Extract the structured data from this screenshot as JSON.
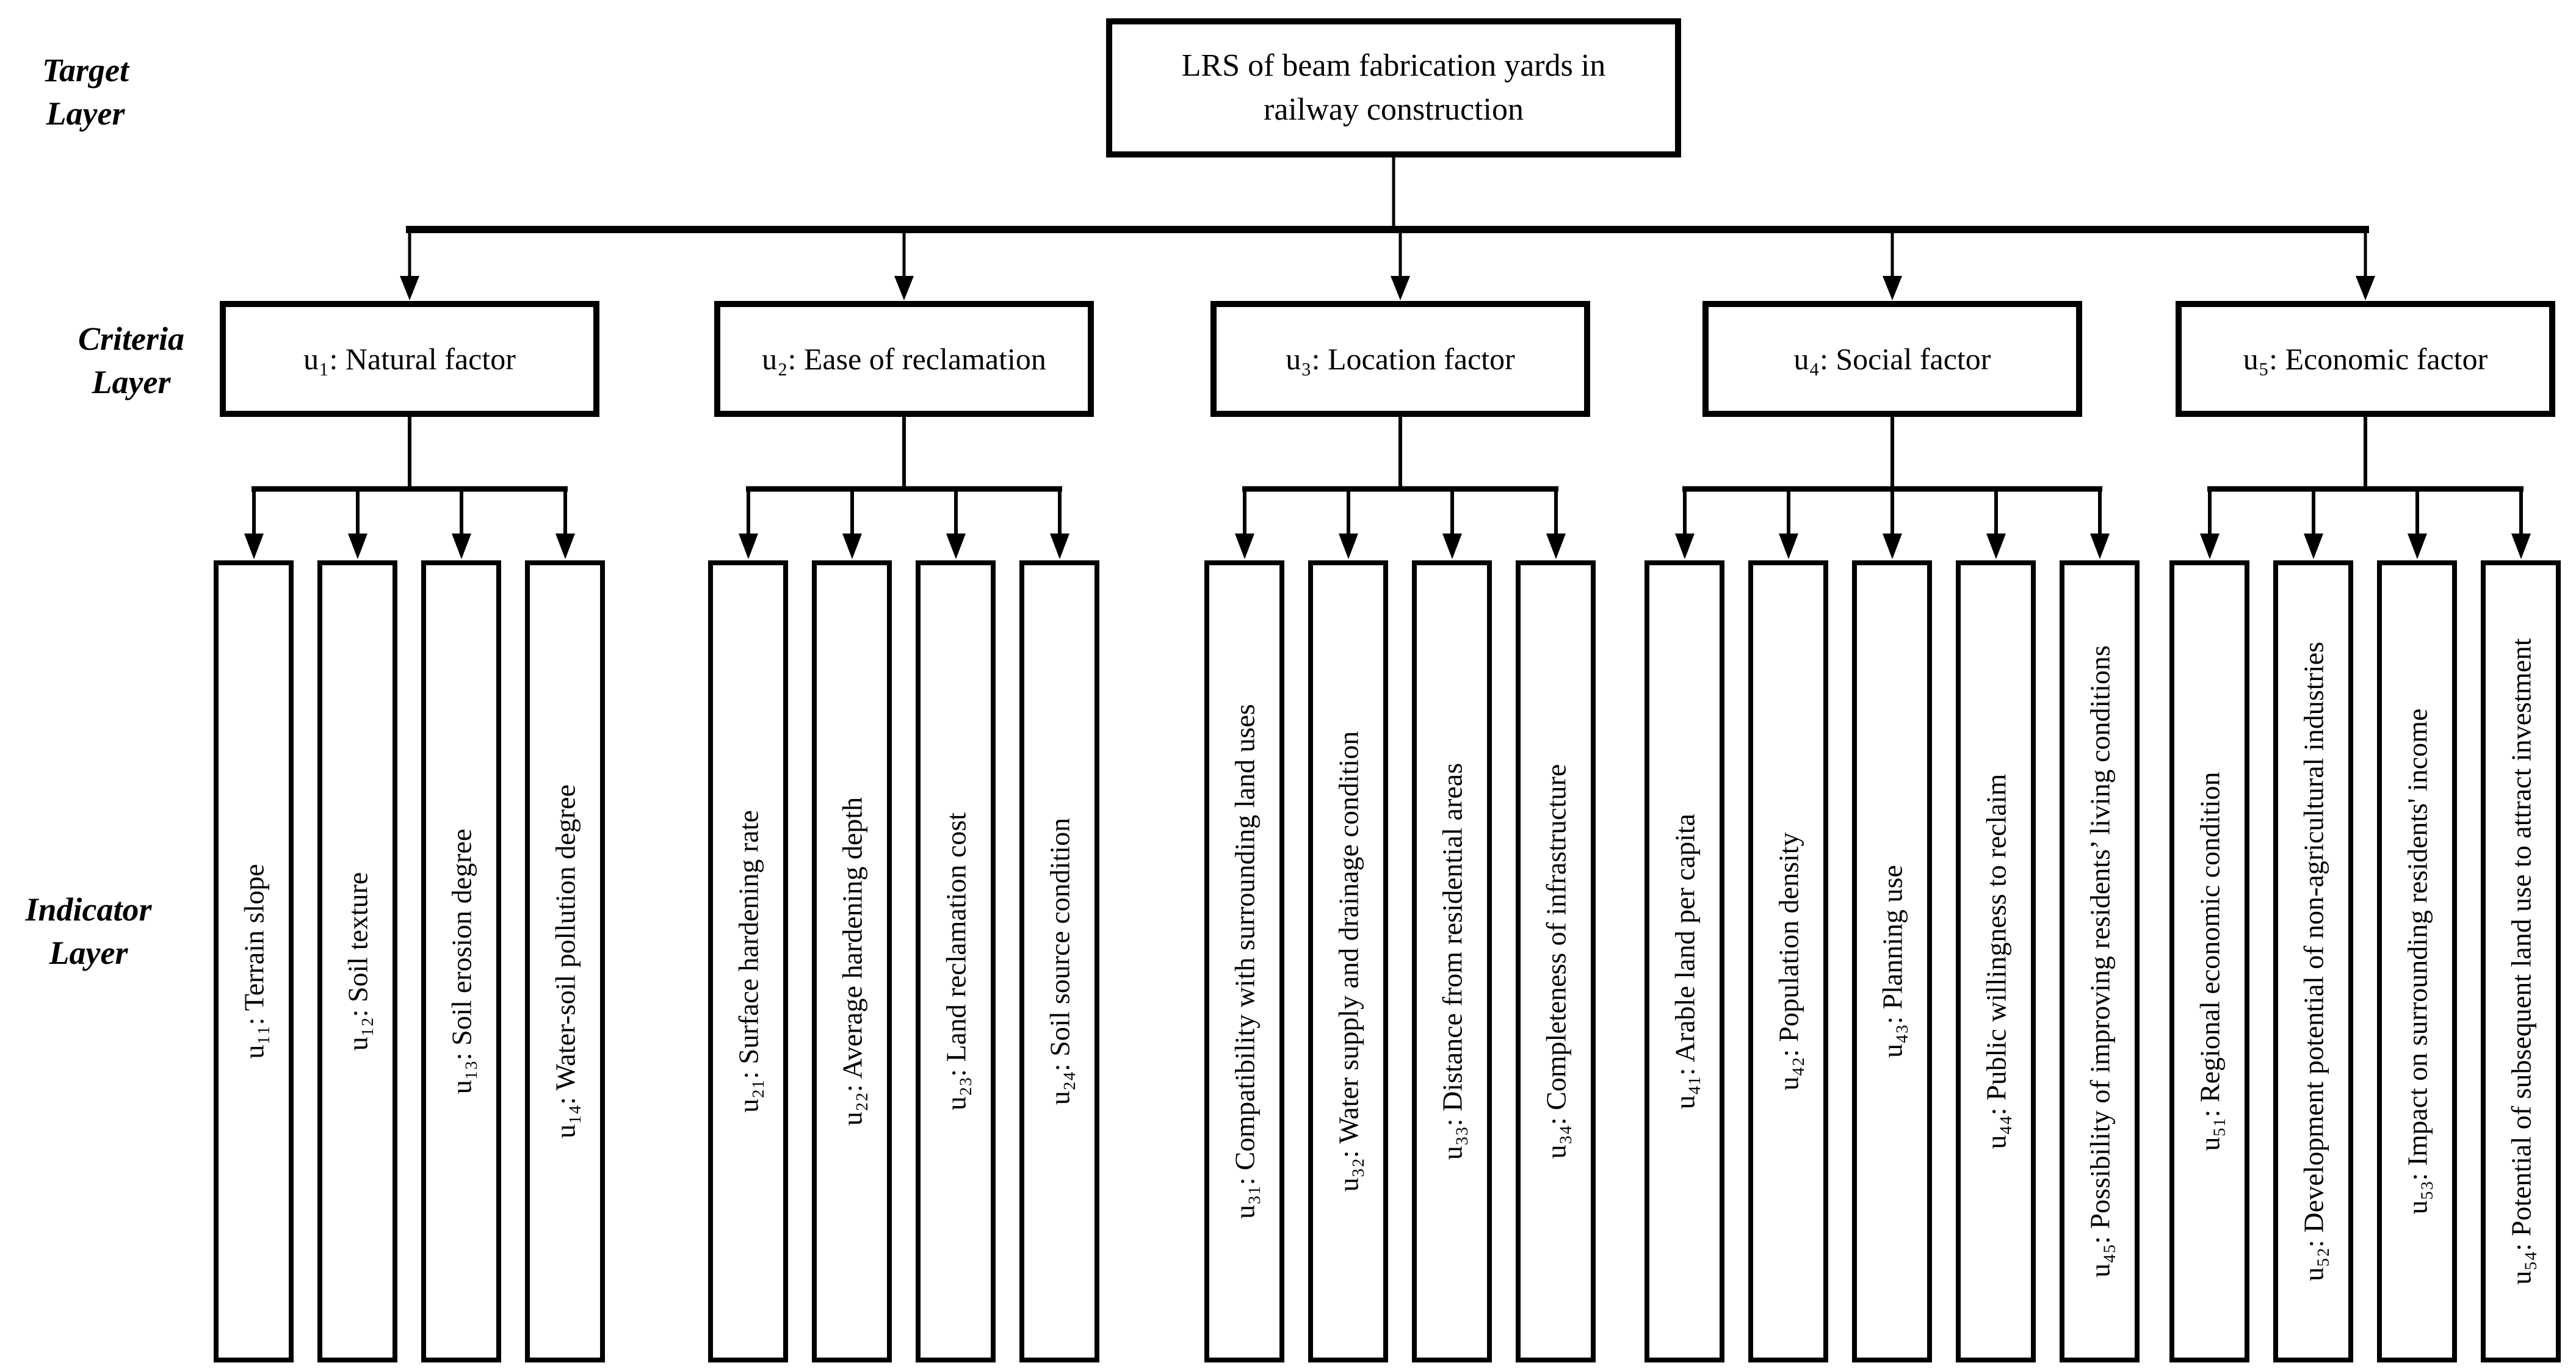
{
  "figure": {
    "layer_labels": {
      "target": {
        "line1": "Target",
        "line2": "Layer"
      },
      "criteria": {
        "line1": "Criteria",
        "line2": "Layer"
      },
      "indicator": {
        "line1": "Indicator",
        "line2": "Layer"
      }
    },
    "target_box": {
      "line1": "LRS of beam fabrication yards in",
      "line2": "railway construction"
    },
    "criteria": [
      {
        "label": "u₁: Natural factor",
        "indicators": [
          "u₁₁: Terrain slope",
          "u₁₂: Soil texture",
          "u₁₃: Soil erosion degree",
          "u₁₄: Water-soil pollution degree"
        ]
      },
      {
        "label": "u₂: Ease of reclamation",
        "indicators": [
          "u₂₁: Surface hardening rate",
          "u₂₂: Average hardening depth",
          "u₂₃: Land reclamation cost",
          "u₂₄: Soil source condition"
        ]
      },
      {
        "label": "u₃: Location factor",
        "indicators": [
          "u₃₁: Compatibility with surrounding land uses",
          "u₃₂: Water supply and drainage condition",
          "u₃₃: Distance from residential areas",
          "u₃₄: Completeness of infrastructure"
        ]
      },
      {
        "label": "u₄: Social factor",
        "indicators": [
          "u₄₁: Arable land per capita",
          "u₄₂: Population density",
          "u₄₃: Planning use",
          "u₄₄: Public willingness to reclaim",
          "u₄₅: Possibility of improving residents’ living conditions"
        ]
      },
      {
        "label": "u₅: Economic factor",
        "indicators": [
          "u₅₁: Regional economic condition",
          "u₅₂: Development potential of non-agricultural industries",
          "u₅₃: Impact on surrounding residents' income",
          "u₅₄: Potential of subsequent land use to attract investment"
        ]
      }
    ],
    "colors": {
      "line": "#000000",
      "text": "#000000",
      "background": "#ffffff"
    }
  }
}
